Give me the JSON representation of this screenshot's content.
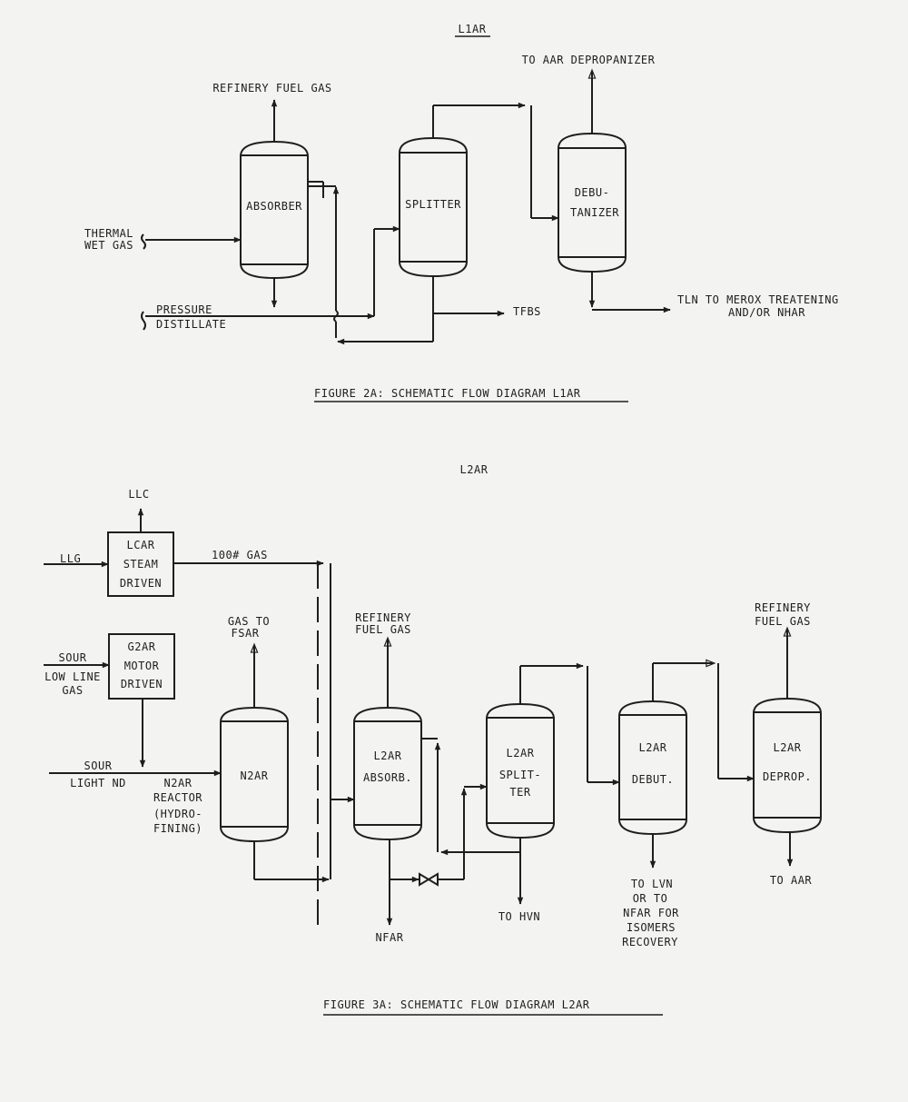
{
  "fig2a": {
    "section_title": "L1AR",
    "caption": "FIGURE 2A:  SCHEMATIC FLOW DIAGRAM L1AR",
    "vessels": {
      "absorber": "ABSORBER",
      "splitter": "SPLITTER",
      "debutanizer": [
        "DEBU-",
        "TANIZER"
      ]
    },
    "streams": {
      "refinery_fuel_gas": "REFINERY FUEL GAS",
      "to_aar_depropanizer": "TO AAR DEPROPANIZER",
      "thermal_wet_gas": [
        "THERMAL",
        "WET GAS"
      ],
      "pressure_distillate": [
        "PRESSURE",
        "DISTILLATE"
      ],
      "tfbs": "TFBS",
      "tln": [
        "TLN TO MEROX TREATENING",
        "AND/OR NHAR"
      ]
    }
  },
  "fig3a": {
    "section_title": "L2AR",
    "caption": "FIGURE 3A:  SCHEMATIC FLOW DIAGRAM L2AR",
    "boxes": {
      "lcar": [
        "LCAR",
        "STEAM",
        "DRIVEN"
      ],
      "g2ar": [
        "G2AR",
        "MOTOR",
        "DRIVEN"
      ]
    },
    "vessels": {
      "n2ar": "N2AR",
      "absorber": [
        "L2AR",
        "ABSORB."
      ],
      "splitter": [
        "L2AR",
        "SPLIT-",
        "TER"
      ],
      "debutanizer": [
        "L2AR",
        "DEBUT."
      ],
      "depropanizer": [
        "L2AR",
        "DEPROP."
      ]
    },
    "streams": {
      "llc": "LLC",
      "llg": "LLG",
      "gas_100": "100# GAS",
      "sour_low_line_gas": [
        "SOUR",
        "LOW LINE",
        "GAS"
      ],
      "sour_light_nd": [
        "SOUR",
        "LIGHT ND"
      ],
      "n2ar_reactor": [
        "N2AR",
        "REACTOR",
        "(HYDRO-",
        "FINING)"
      ],
      "gas_to_fsar": [
        "GAS TO",
        "FSAR"
      ],
      "refinery_fuel_gas_1": [
        "REFINERY",
        "FUEL GAS"
      ],
      "refinery_fuel_gas_2": [
        "REFINERY",
        "FUEL GAS"
      ],
      "nfar": "NFAR",
      "to_hvn": "TO HVN",
      "to_lvn": [
        "TO LVN",
        "OR TO",
        "NFAR FOR",
        "ISOMERS",
        "RECOVERY"
      ],
      "to_aar": "TO AAR"
    }
  }
}
